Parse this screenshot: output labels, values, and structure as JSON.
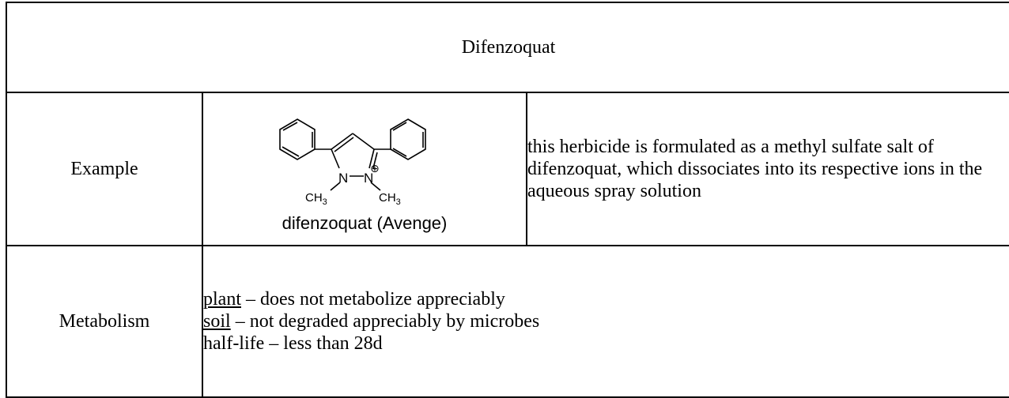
{
  "title": "Difenzoquat",
  "example": {
    "label": "Example",
    "structure": {
      "atom_n1": "N",
      "atom_n2": "N",
      "charge": "⊕",
      "methyl_left": "CH",
      "methyl_left_sub": "3",
      "methyl_right": "CH",
      "methyl_right_sub": "3",
      "caption": "difenzoquat (Avenge)"
    },
    "description": "this herbicide is formulated as a methyl sulfate salt of difenzoquat, which dissociates into its respective ions in the aqueous spray solution"
  },
  "metabolism": {
    "label": "Metabolism",
    "plant_term": "plant",
    "plant_text": " – does not metabolize appreciably",
    "soil_term": "soil",
    "soil_text": " – not degraded appreciably by microbes",
    "halflife_text": "half-life – less than 28d"
  }
}
